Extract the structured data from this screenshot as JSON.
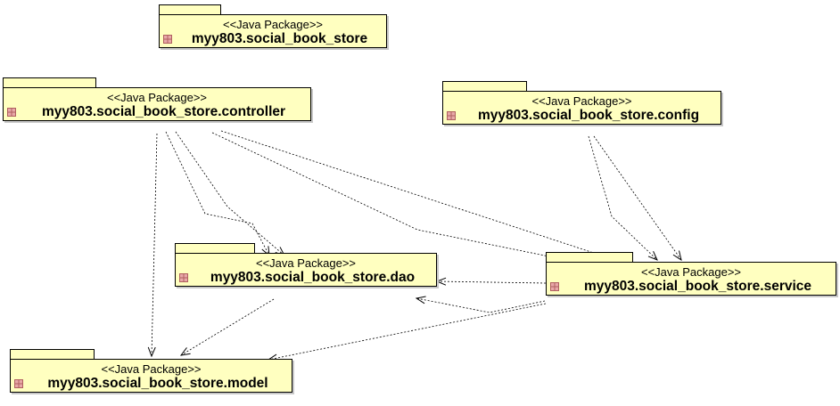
{
  "stereotype": "<<Java Package>>",
  "packages": [
    {
      "id": "root",
      "name": "myy803.social_book_store"
    },
    {
      "id": "controller",
      "name": "myy803.social_book_store.controller"
    },
    {
      "id": "config",
      "name": "myy803.social_book_store.config"
    },
    {
      "id": "dao",
      "name": "myy803.social_book_store.dao"
    },
    {
      "id": "service",
      "name": "myy803.social_book_store.service"
    },
    {
      "id": "model",
      "name": "myy803.social_book_store.model"
    }
  ],
  "dependencies": [
    {
      "from": "controller",
      "to": "dao"
    },
    {
      "from": "controller",
      "to": "dao"
    },
    {
      "from": "controller",
      "to": "service"
    },
    {
      "from": "controller",
      "to": "service"
    },
    {
      "from": "controller",
      "to": "model"
    },
    {
      "from": "config",
      "to": "service"
    },
    {
      "from": "config",
      "to": "service"
    },
    {
      "from": "service",
      "to": "dao"
    },
    {
      "from": "service",
      "to": "dao"
    },
    {
      "from": "service",
      "to": "model"
    },
    {
      "from": "dao",
      "to": "model"
    }
  ],
  "colors": {
    "package_fill": "#ffffc0",
    "border": "#000000",
    "icon": "#b06060"
  },
  "icons": {
    "package": "package-icon"
  }
}
